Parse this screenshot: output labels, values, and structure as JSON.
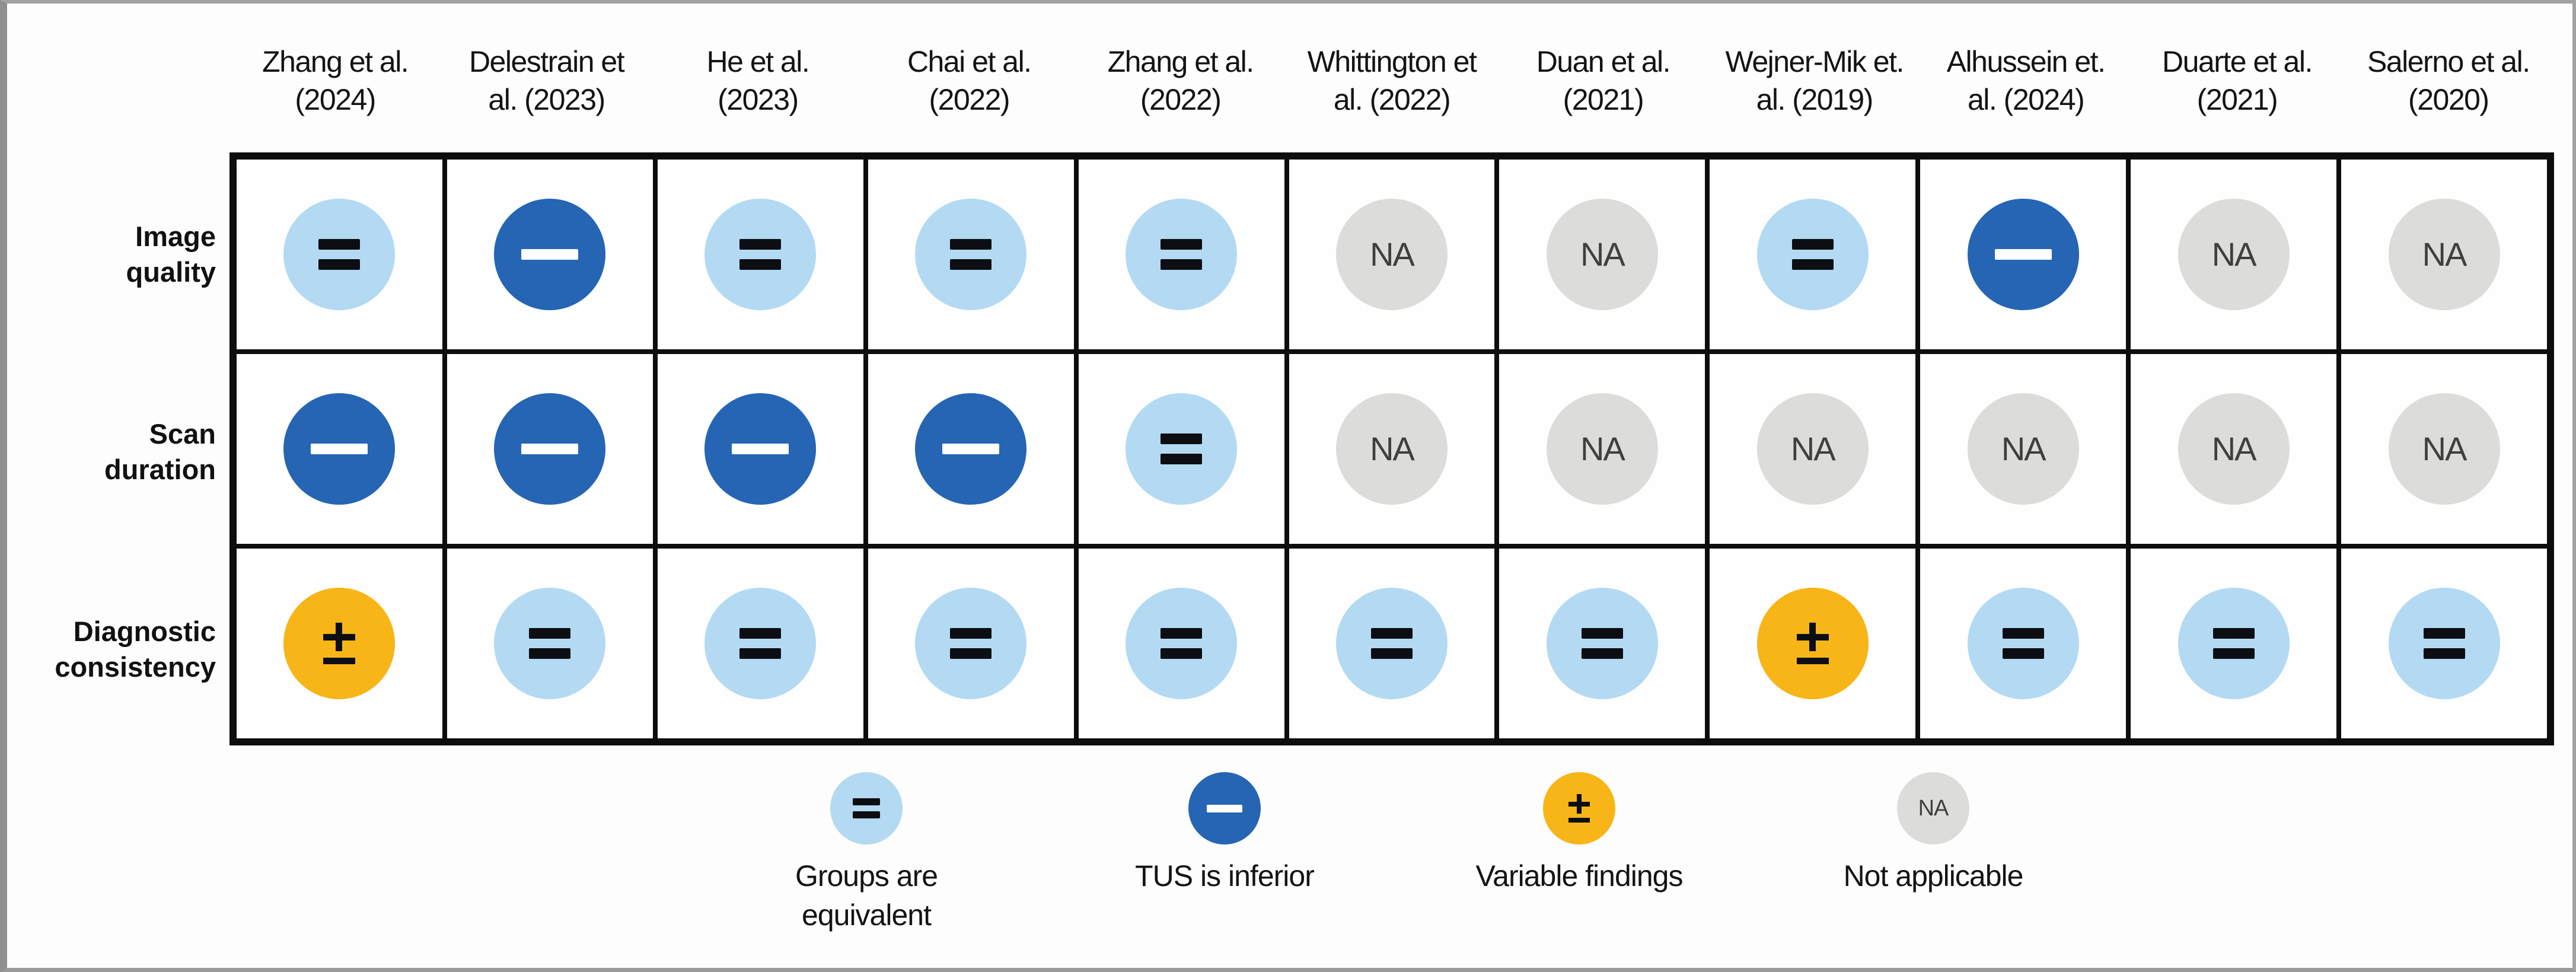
{
  "chart_data": {
    "type": "table",
    "title": "",
    "columns": [
      "Zhang et al. (2024)",
      "Delestrain et al. (2023)",
      "He et al. (2023)",
      "Chai et al. (2022)",
      "Zhang et al. (2022)",
      "Whittington et al. (2022)",
      "Duan et al. (2021)",
      "Wejner-Mik et. al. (2019)",
      "Alhussein et. al. (2024)",
      "Duarte et al. (2021)",
      "Salerno et al. (2020)"
    ],
    "column_lines": [
      [
        "Zhang et al.",
        "(2024)"
      ],
      [
        "Delestrain et",
        "al. (2023)"
      ],
      [
        "He et al.",
        "(2023)"
      ],
      [
        "Chai et al.",
        "(2022)"
      ],
      [
        "Zhang et al.",
        "(2022)"
      ],
      [
        "Whittington et",
        "al. (2022)"
      ],
      [
        "Duan et al.",
        "(2021)"
      ],
      [
        "Wejner-Mik et.",
        "al. (2019)"
      ],
      [
        "Alhussein et.",
        "al. (2024)"
      ],
      [
        "Duarte et al.",
        "(2021)"
      ],
      [
        "Salerno et al.",
        "(2020)"
      ]
    ],
    "rows": [
      "Image quality",
      "Scan duration",
      "Diagnostic consistency"
    ],
    "row_lines": [
      [
        "Image",
        "quality"
      ],
      [
        "Scan",
        "duration"
      ],
      [
        "Diagnostic",
        "consistency"
      ]
    ],
    "values": [
      [
        "equivalent",
        "inferior",
        "equivalent",
        "equivalent",
        "equivalent",
        "na",
        "na",
        "equivalent",
        "inferior",
        "na",
        "na"
      ],
      [
        "inferior",
        "inferior",
        "inferior",
        "inferior",
        "equivalent",
        "na",
        "na",
        "na",
        "na",
        "na",
        "na"
      ],
      [
        "variable",
        "equivalent",
        "equivalent",
        "equivalent",
        "equivalent",
        "equivalent",
        "equivalent",
        "variable",
        "equivalent",
        "equivalent",
        "equivalent"
      ]
    ],
    "na_text": "NA",
    "legend": [
      {
        "symbol": "equivalent",
        "label": "Groups are equivalent",
        "label_lines": [
          "Groups are",
          "equivalent"
        ]
      },
      {
        "symbol": "inferior",
        "label": "TUS is inferior",
        "label_lines": [
          "TUS is inferior"
        ]
      },
      {
        "symbol": "variable",
        "label": "Variable findings",
        "label_lines": [
          "Variable findings"
        ]
      },
      {
        "symbol": "na",
        "label": "Not applicable",
        "label_lines": [
          "Not applicable"
        ]
      }
    ],
    "legend_position": "bottom",
    "grid": true
  },
  "colors": {
    "equivalent": "#B3DAF2",
    "inferior": "#2565B3",
    "variable": "#F8B517",
    "na_circle": "#DCDCDA",
    "symbol_dark": "#0C0E14",
    "minus_bar": "#FFFFFF",
    "na_text": "#3F3F3F",
    "grid_line": "#0D0D0D"
  }
}
